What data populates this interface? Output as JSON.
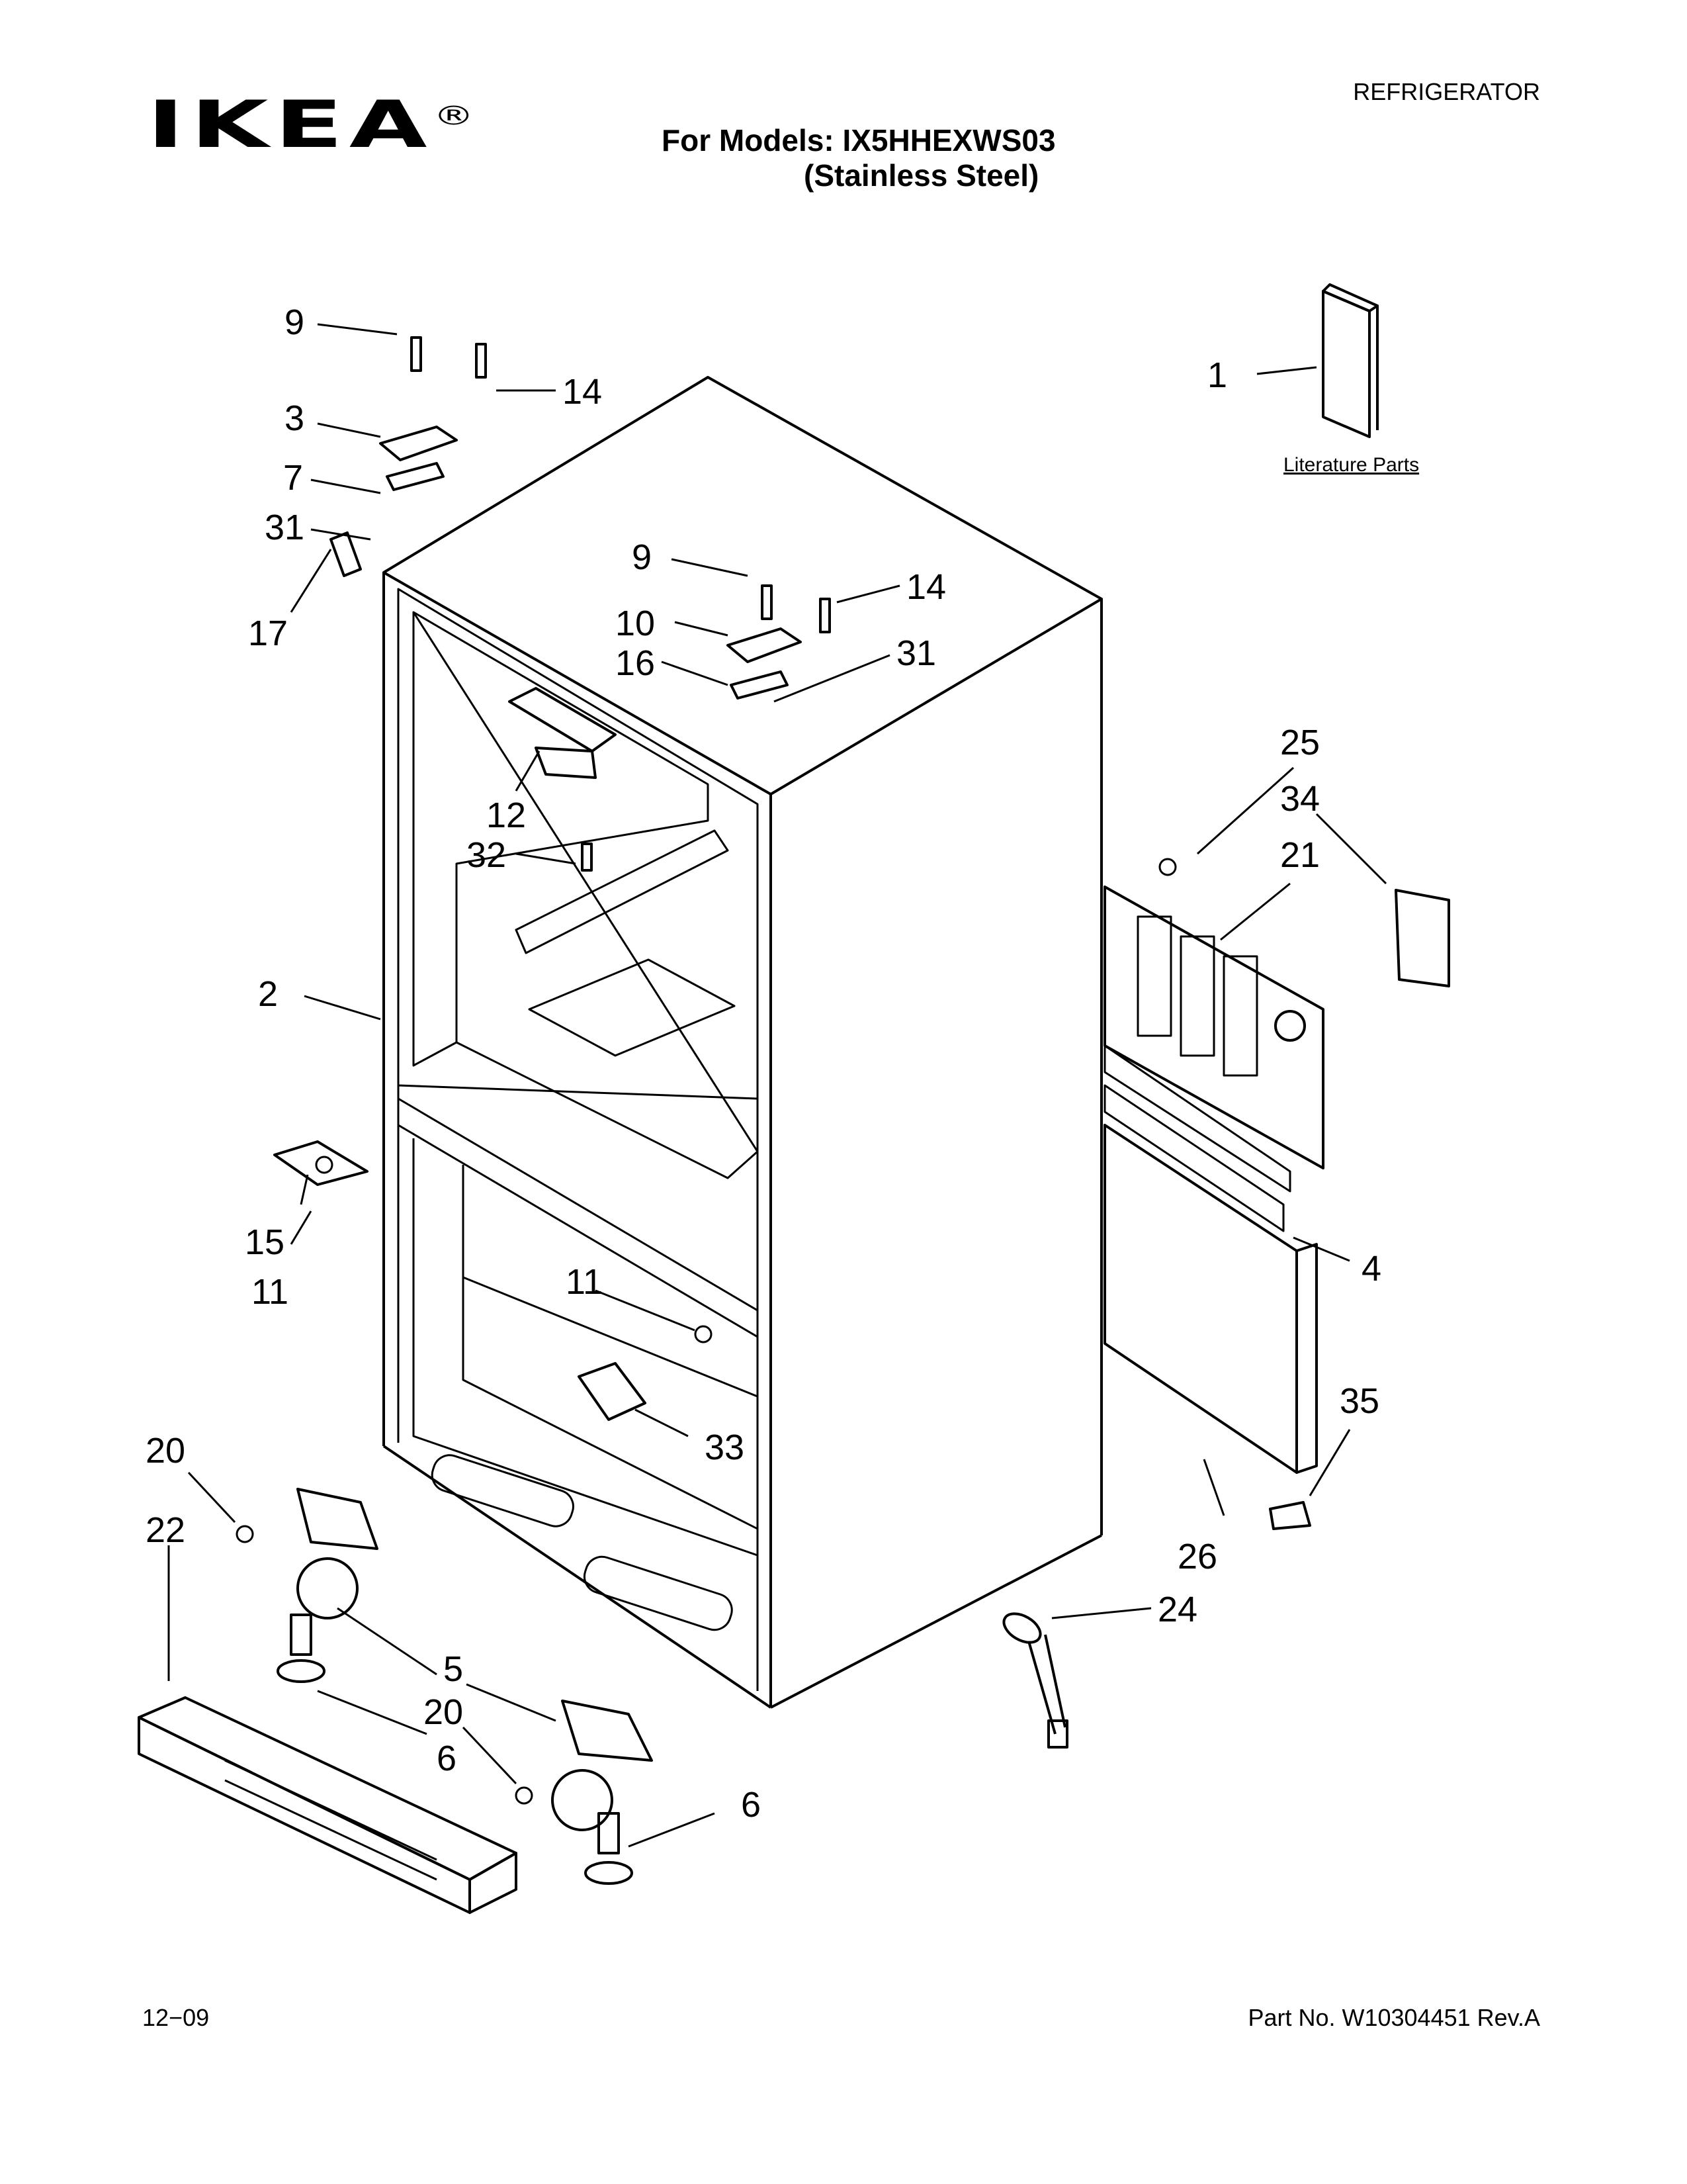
{
  "header": {
    "brand": "IKEA",
    "registered_mark": "®",
    "doc_type": "REFRIGERATOR",
    "models_line": "For Models: IX5HHEXWS03",
    "finish_line": "(Stainless Steel)"
  },
  "literature_label": "Literature Parts",
  "callouts": [
    "9",
    "14",
    "3",
    "7",
    "31",
    "17",
    "9",
    "10",
    "14",
    "16",
    "31",
    "1",
    "12",
    "32",
    "25",
    "34",
    "21",
    "2",
    "15",
    "11",
    "11",
    "4",
    "33",
    "35",
    "20",
    "22",
    "26",
    "24",
    "5",
    "20",
    "6",
    "6"
  ],
  "footer": {
    "date_code": "12−09",
    "part_number": "Part No. W10304451 Rev.A"
  }
}
